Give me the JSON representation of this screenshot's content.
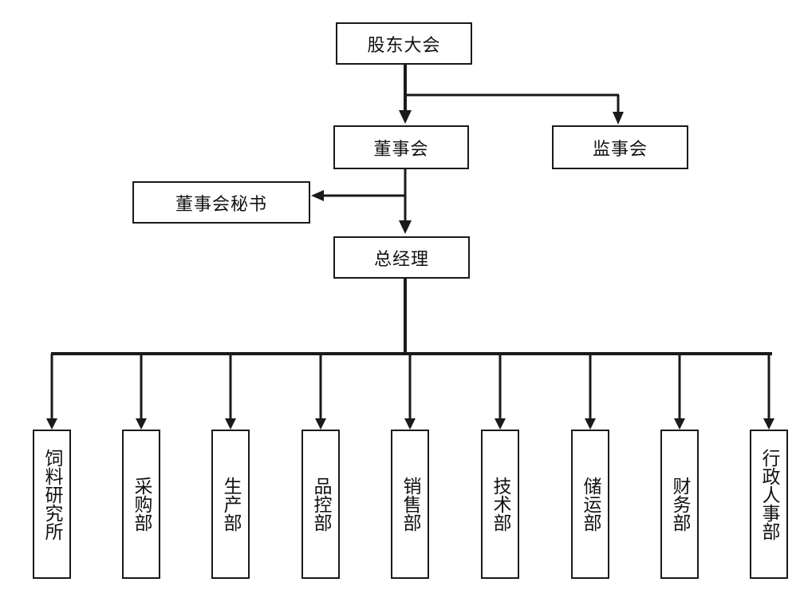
{
  "nodes": {
    "shareholders": "股东大会",
    "board": "董事会",
    "supervisory": "监事会",
    "secretary": "董事会秘书",
    "gm": "总经理"
  },
  "departments": [
    "饲料研究所",
    "采购部",
    "生产部",
    "品控部",
    "销售部",
    "技术部",
    "储运部",
    "财务部",
    "行政人事部"
  ],
  "colors": {
    "line": "#1a1a1a",
    "box_border": "#1a1a1a",
    "background": "#ffffff"
  }
}
